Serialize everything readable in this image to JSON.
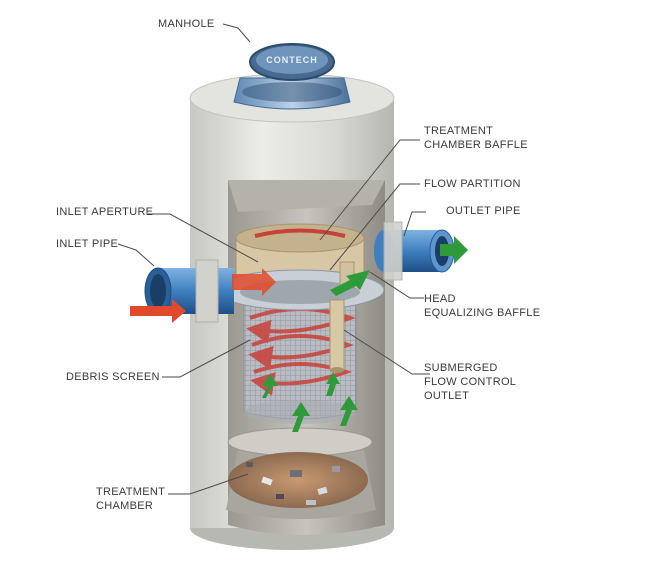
{
  "diagram": {
    "labels": {
      "manhole": "MANHOLE",
      "treatment_chamber_baffle": "TREATMENT\nCHAMBER BAFFLE",
      "flow_partition": "FLOW PARTITION",
      "inlet_aperture": "INLET APERTURE",
      "outlet_pipe": "OUTLET PIPE",
      "inlet_pipe": "INLET PIPE",
      "head_equalizing_baffle": "HEAD\nEQUALIZING BAFFLE",
      "submerged_flow_control_outlet": "SUBMERGED\nFLOW CONTROL\nOUTLET",
      "debris_screen": "DEBRIS SCREEN",
      "treatment_chamber": "TREATMENT\nCHAMBER"
    },
    "logo_text": "CONTECH",
    "colors": {
      "concrete": "#dcdcd6",
      "pipe": "#3f7fbf",
      "flow_in": "#e0492c",
      "flow_out": "#2f9a3a",
      "swirl": "#c9403a",
      "sediment": "#b98b66"
    }
  }
}
